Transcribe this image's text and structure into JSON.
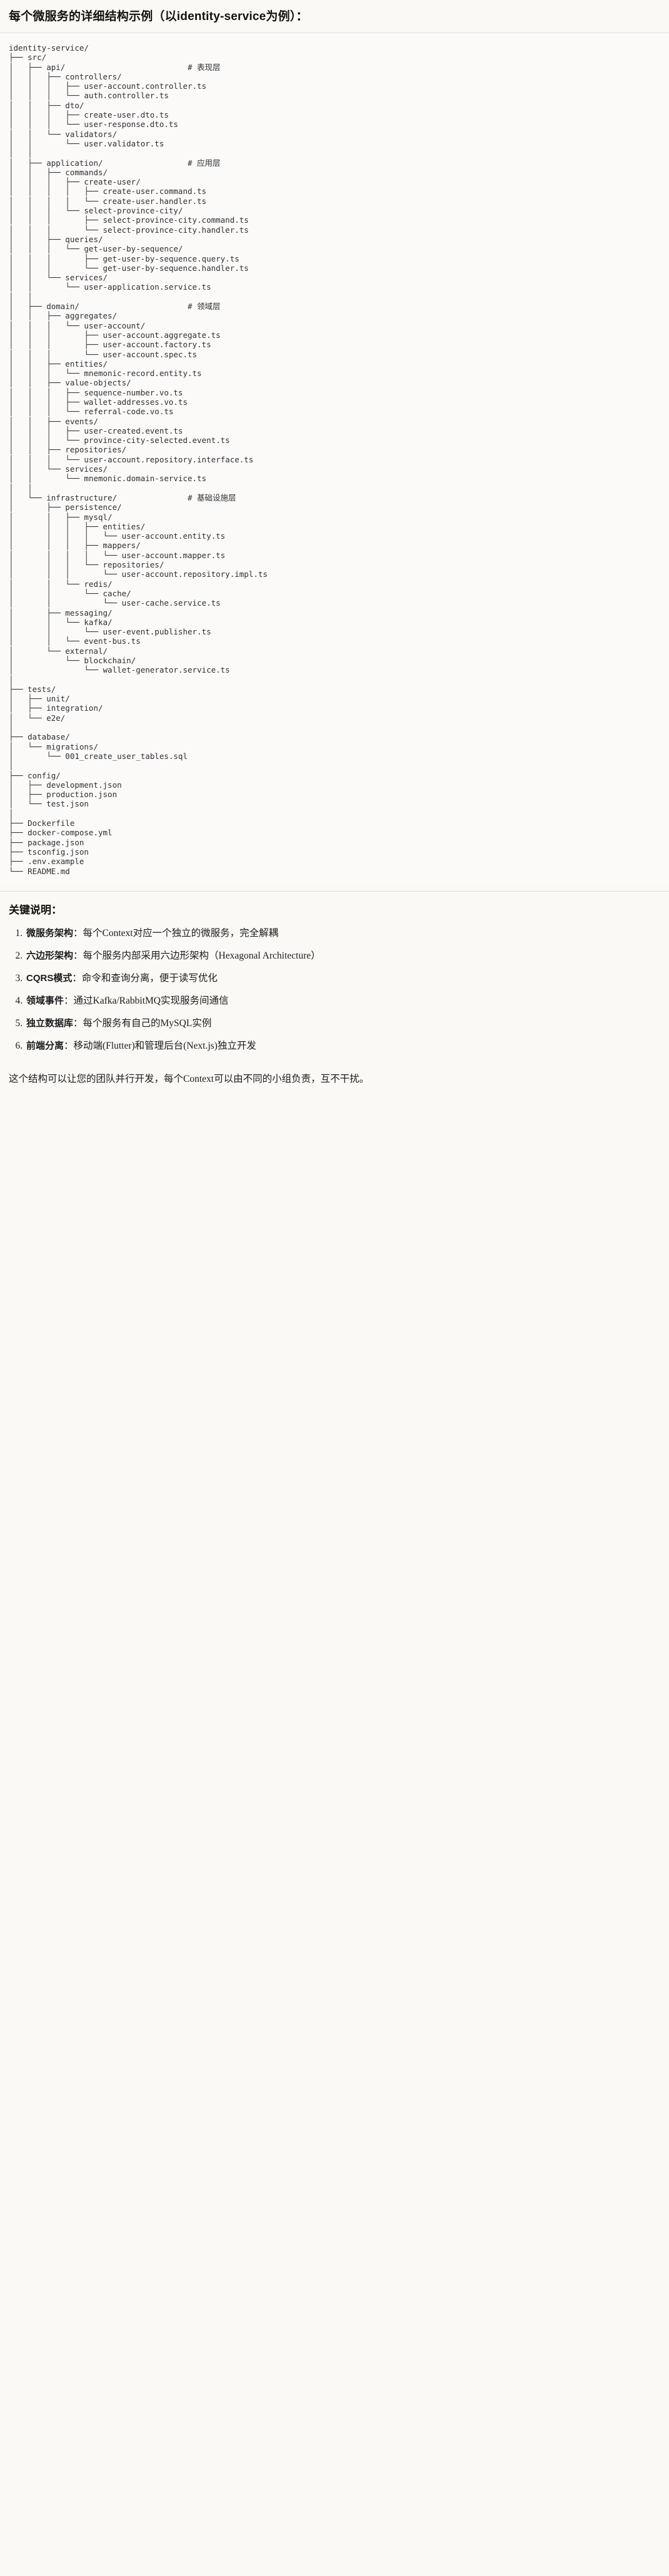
{
  "header": {
    "title": "每个微服务的详细结构示例（以identity-service为例）："
  },
  "tree": {
    "root_label": "identity-service/",
    "text": "identity-service/\n├── src/\n│   ├── api/                          # 表现层\n│   │   ├── controllers/\n│   │   │   ├── user-account.controller.ts\n│   │   │   └── auth.controller.ts\n│   │   ├── dto/\n│   │   │   ├── create-user.dto.ts\n│   │   │   └── user-response.dto.ts\n│   │   └── validators/\n│   │       └── user.validator.ts\n│   │\n│   ├── application/                  # 应用层\n│   │   ├── commands/\n│   │   │   ├── create-user/\n│   │   │   │   ├── create-user.command.ts\n│   │   │   │   └── create-user.handler.ts\n│   │   │   └── select-province-city/\n│   │   │       ├── select-province-city.command.ts\n│   │   │       └── select-province-city.handler.ts\n│   │   ├── queries/\n│   │   │   └── get-user-by-sequence/\n│   │   │       ├── get-user-by-sequence.query.ts\n│   │   │       └── get-user-by-sequence.handler.ts\n│   │   └── services/\n│   │       └── user-application.service.ts\n│   │\n│   ├── domain/                       # 领域层\n│   │   ├── aggregates/\n│   │   │   └── user-account/\n│   │   │       ├── user-account.aggregate.ts\n│   │   │       ├── user-account.factory.ts\n│   │   │       └── user-account.spec.ts\n│   │   ├── entities/\n│   │   │   └── mnemonic-record.entity.ts\n│   │   ├── value-objects/\n│   │   │   ├── sequence-number.vo.ts\n│   │   │   ├── wallet-addresses.vo.ts\n│   │   │   └── referral-code.vo.ts\n│   │   ├── events/\n│   │   │   ├── user-created.event.ts\n│   │   │   └── province-city-selected.event.ts\n│   │   ├── repositories/\n│   │   │   └── user-account.repository.interface.ts\n│   │   └── services/\n│   │       └── mnemonic.domain-service.ts\n│   │\n│   └── infrastructure/               # 基础设施层\n│       ├── persistence/\n│       │   ├── mysql/\n│       │   │   ├── entities/\n│       │   │   │   └── user-account.entity.ts\n│       │   │   ├── mappers/\n│       │   │   │   └── user-account.mapper.ts\n│       │   │   └── repositories/\n│       │   │       └── user-account.repository.impl.ts\n│       │   └── redis/\n│       │       └── cache/\n│       │           └── user-cache.service.ts\n│       ├── messaging/\n│       │   └── kafka/\n│       │       └── user-event.publisher.ts\n│       │   └── event-bus.ts\n│       └── external/\n│           └── blockchain/\n│               └── wallet-generator.service.ts\n│\n├── tests/\n│   ├── unit/\n│   ├── integration/\n│   └── e2e/\n│\n├── database/\n│   └── migrations/\n│       └── 001_create_user_tables.sql\n│\n├── config/\n│   ├── development.json\n│   ├── production.json\n│   └── test.json\n│\n├── Dockerfile\n├── docker-compose.yml\n├── package.json\n├── tsconfig.json\n├── .env.example\n└── README.md",
    "layer_comments": [
      "# 表现层",
      "# 应用层",
      "# 领域层",
      "# 基础设施层"
    ]
  },
  "notes": {
    "title": "关键说明：",
    "items": [
      {
        "number": "1.",
        "lead": "微服务架构",
        "rest": "：每个Context对应一个独立的微服务，完全解耦"
      },
      {
        "number": "2.",
        "lead": "六边形架构",
        "rest": "：每个服务内部采用六边形架构（Hexagonal Architecture）"
      },
      {
        "number": "3.",
        "lead": "CQRS模式",
        "rest": "：命令和查询分离，便于读写优化"
      },
      {
        "number": "4.",
        "lead": "领域事件",
        "rest": "：通过Kafka/RabbitMQ实现服务间通信"
      },
      {
        "number": "5.",
        "lead": "独立数据库",
        "rest": "：每个服务有自己的MySQL实例"
      },
      {
        "number": "6.",
        "lead": "前端分离",
        "rest": "：移动端(Flutter)和管理后台(Next.js)独立开发"
      }
    ],
    "closing": "这个结构可以让您的团队并行开发，每个Context可以由不同的小组负责，互不干扰。"
  }
}
